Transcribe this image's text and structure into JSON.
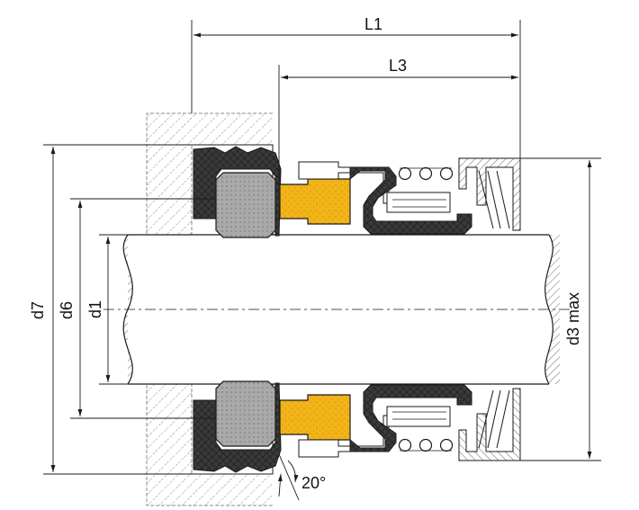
{
  "labels": {
    "L1": "L1",
    "L3": "L3",
    "d7": "d7",
    "d6": "d6",
    "d1": "d1",
    "d3": "d3 max",
    "angle": "20°"
  },
  "colors": {
    "line": "#1a1a1a",
    "rubber": "#3a3a3a",
    "packing": "#a9a9a9",
    "face": "#f2b418",
    "hatch": "#8c8c8c",
    "background": "#ffffff"
  }
}
